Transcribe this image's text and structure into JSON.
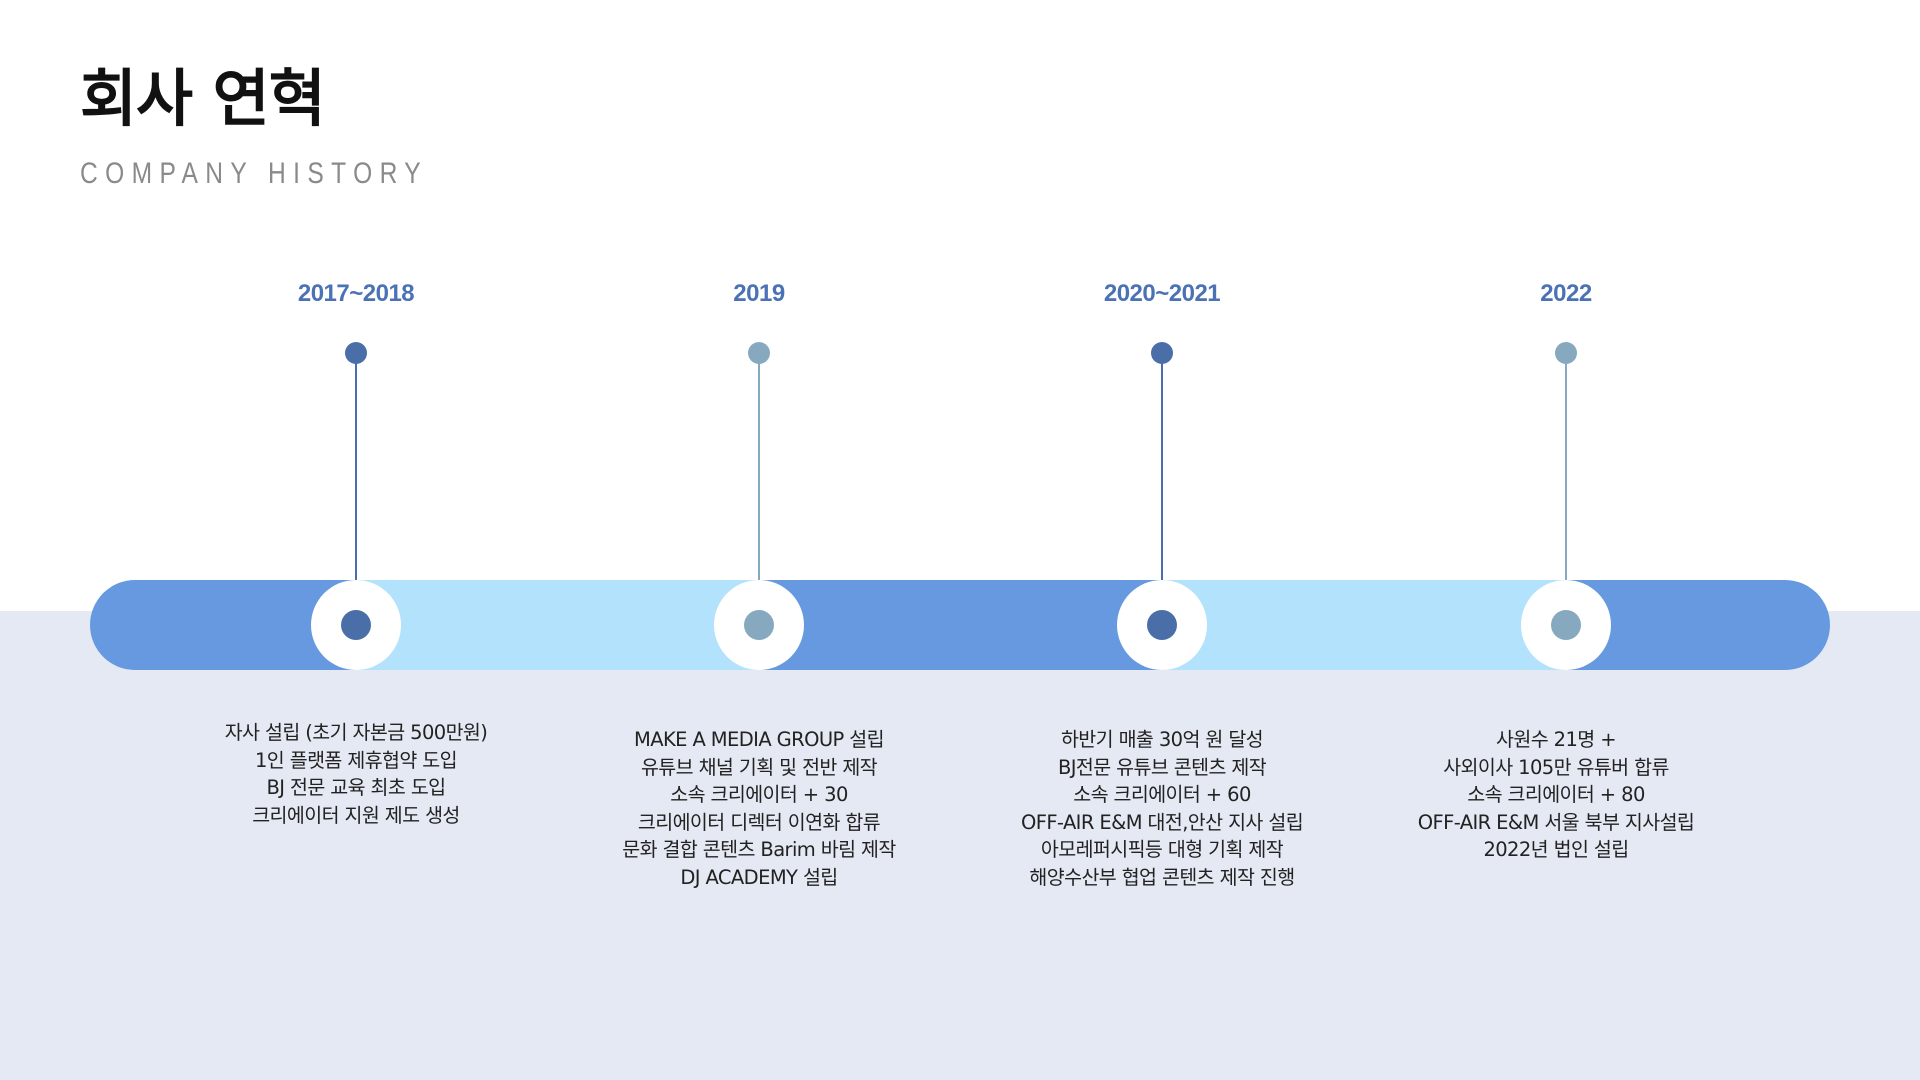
{
  "header": {
    "title": "회사 연혁",
    "subtitle": "COMPANY HISTORY"
  },
  "colors": {
    "bar_dark": "#6699e0",
    "bar_light": "#b3e2fc",
    "dot_dark": "#4a6ea8",
    "dot_light": "#86a9c0",
    "year_text": "#4a72b5",
    "bottom_bg": "#e5e9f4"
  },
  "timeline": [
    {
      "year": "2017~2018",
      "lines": [
        "자사 설립 (초기 자본금 500만원)",
        "1인 플랫폼 제휴협약 도입",
        "BJ 전문 교육 최초 도입",
        "크리에이터 지원 제도 생성"
      ]
    },
    {
      "year": "2019",
      "lines": [
        "MAKE A MEDIA GROUP 설립",
        "유튜브 채널 기획 및 전반 제작",
        "소속 크리에이터 + 30",
        "크리에이터 디렉터 이연화 합류",
        "문화 결합 콘텐츠 Barim 바림 제작",
        "DJ ACADEMY 설립"
      ]
    },
    {
      "year": "2020~2021",
      "lines": [
        "하반기 매출 30억 원 달성",
        "BJ전문 유튜브 콘텐츠 제작",
        "소속 크리에이터 + 60",
        "OFF-AIR E&M 대전,안산  지사 설립",
        "아모레퍼시픽등 대형 기획 제작",
        "해양수산부 협업 콘텐츠 제작 진행"
      ]
    },
    {
      "year": "2022",
      "lines": [
        "사원수 21명 +",
        "사외이사 105만 유튜버  합류",
        "소속 크리에이터 + 80",
        "OFF-AIR E&M 서울 북부 지사설립",
        "2022년 법인 설립"
      ]
    }
  ]
}
